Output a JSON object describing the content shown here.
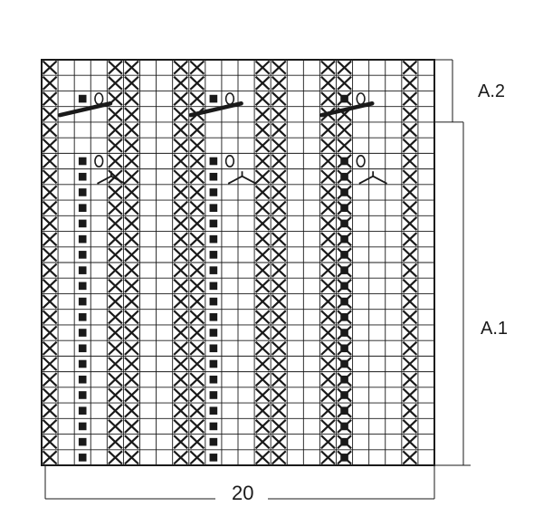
{
  "chart": {
    "columns": 24,
    "rows": 26,
    "cross_columns": [
      0,
      4,
      5,
      8,
      9,
      13,
      14,
      17,
      18,
      22
    ],
    "square_column_offsets": [
      1,
      9,
      17
    ],
    "section_a2_rows": 4,
    "stitch_col_offsets": {
      "square": 1,
      "circle": 2,
      "fork": 3
    }
  },
  "labels": {
    "a2": "A.2",
    "a1": "A.1",
    "width": "20"
  },
  "symbols": {
    "cross": "knit-through-back-loop",
    "square": "purl",
    "circle": "yarn-over",
    "slash_bar": "decrease-bar",
    "fork": "k-y-k-increase"
  },
  "colors": {
    "ink": "#1a1a1a",
    "grid": "#1a1a1a",
    "paper": "#ffffff"
  }
}
